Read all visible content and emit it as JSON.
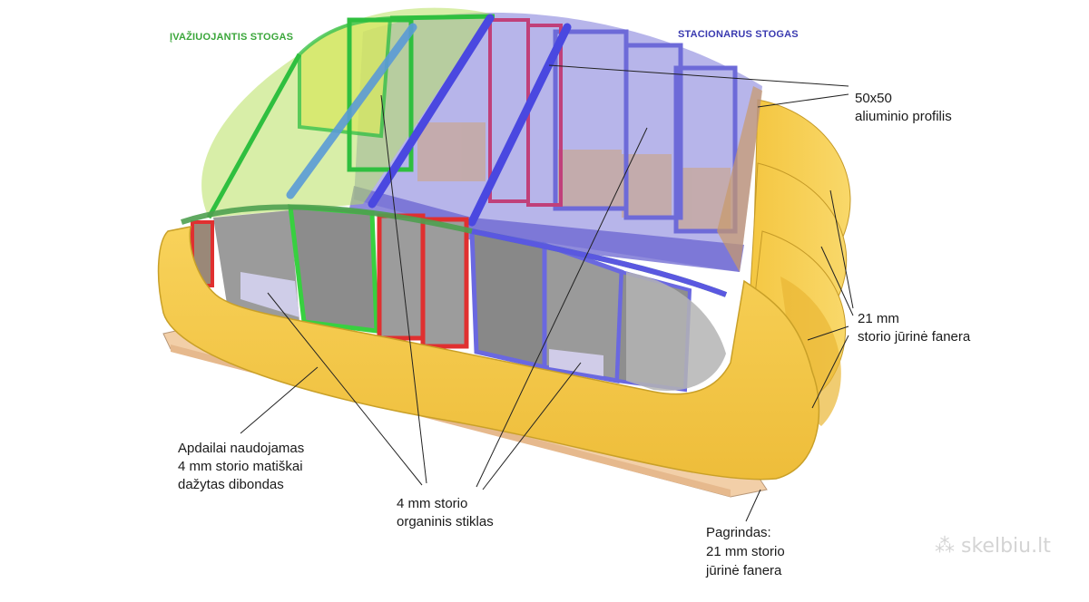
{
  "headers": {
    "retractable_roof": "ĮVAŽIUOJANTIS STOGAS",
    "stationary_roof": "STACIONARUS STOGAS"
  },
  "labels": {
    "profile": [
      "50x50",
      "aliuminio profilis"
    ],
    "plywood": [
      "21 mm",
      "storio jūrinė fanera"
    ],
    "dibond": [
      "Apdailai naudojamas",
      "4 mm storio matiškai",
      "dažytas dibondas"
    ],
    "glass": [
      "4 mm storio",
      "organinis stiklas"
    ],
    "base": [
      "Pagrindas:",
      "21 mm storio",
      "jūrinė fanera"
    ]
  },
  "watermark": "skelbiu.lt",
  "colors": {
    "green": "#2fbf3f",
    "blue": "#5a5ae6",
    "red": "#e03030",
    "yellow": "#f5c84a",
    "purple": "#7c64c8"
  }
}
